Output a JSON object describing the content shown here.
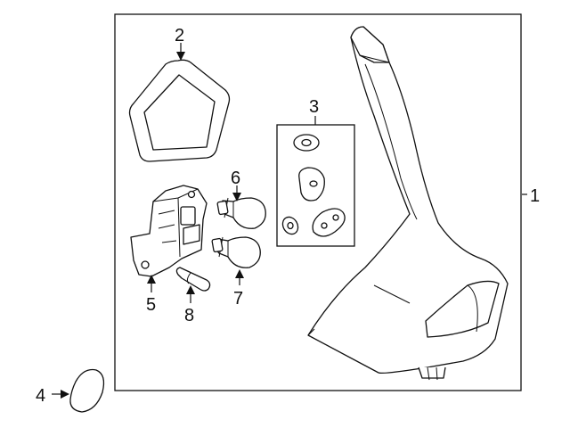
{
  "callouts": {
    "c1": "1",
    "c2": "2",
    "c3": "3",
    "c4": "4",
    "c5": "5",
    "c6": "6",
    "c7": "7",
    "c8": "8"
  },
  "parts": [
    {
      "number": "1",
      "name": "tail-lamp-housing-icon"
    },
    {
      "number": "2",
      "name": "gasket-icon"
    },
    {
      "number": "3",
      "name": "grommet-kit-icon"
    },
    {
      "number": "4",
      "name": "seal-ring-icon"
    },
    {
      "number": "5",
      "name": "bulb-socket-board-icon"
    },
    {
      "number": "6",
      "name": "bulb-icon"
    },
    {
      "number": "7",
      "name": "bulb-icon"
    },
    {
      "number": "8",
      "name": "wedge-bulb-icon"
    }
  ]
}
